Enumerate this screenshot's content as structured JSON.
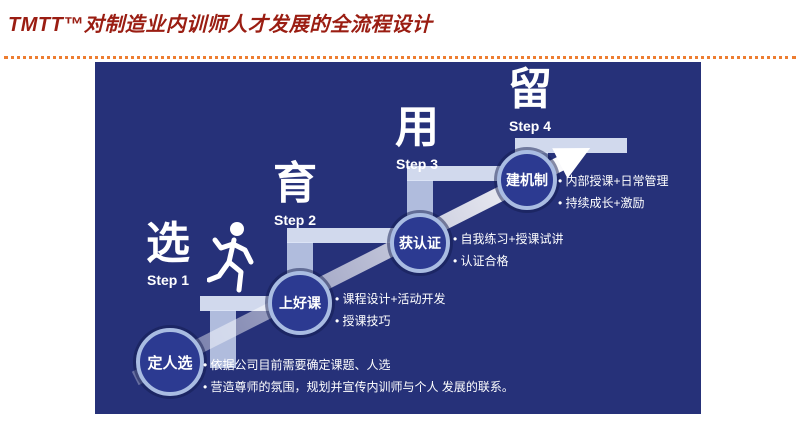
{
  "slide": {
    "title": "TMTT™对制造业内训师人才发展的全流程设计",
    "title_color": "#9A1D12",
    "divider_color": "#ED7D31",
    "panel_color": "#263179",
    "stair_color": "#C9D5EE",
    "node_fill_color": "#2C3A91",
    "node_ring_color": "#A9BCE2"
  },
  "icons": {
    "runner": "running-person-icon",
    "arrow": "upward-growth-arrow-icon"
  },
  "steps": [
    {
      "keyword": "选",
      "label": "Step 1",
      "node": "定人选",
      "bullets": [
        "依据公司目前需要确定课题、人选",
        "营造尊师的氛围，规划并宣传内训师与个人 发展的联系。"
      ]
    },
    {
      "keyword": "育",
      "label": "Step 2",
      "node": "上好课",
      "bullets": [
        "课程设计+活动开发",
        "授课技巧"
      ]
    },
    {
      "keyword": "用",
      "label": "Step 3",
      "node": "获认证",
      "bullets": [
        "自我练习+授课试讲",
        "认证合格"
      ]
    },
    {
      "keyword": "留",
      "label": "Step 4",
      "node": "建机制",
      "bullets": [
        "内部授课+日常管理",
        "持续成长+激励"
      ]
    }
  ]
}
